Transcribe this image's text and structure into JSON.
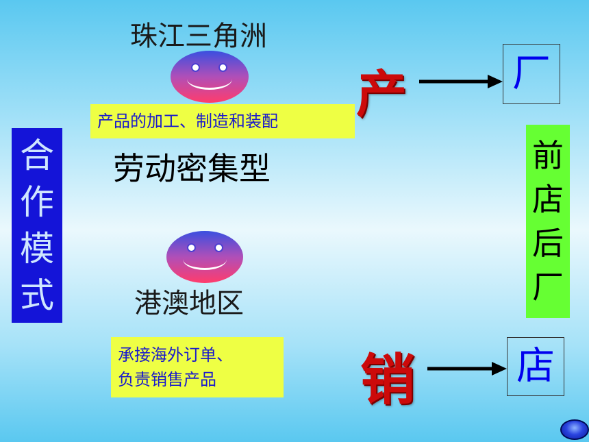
{
  "region": {
    "title": "珠江三角洲",
    "function": "产品的加工、制造和装配",
    "type": "劳动密集型"
  },
  "partner": {
    "title": "港澳地区",
    "function_lines": [
      "承接海外订单、",
      "负责销售产品"
    ]
  },
  "mode": {
    "chars": [
      "合",
      "作",
      "模",
      "式"
    ]
  },
  "model": {
    "chars": [
      "前",
      "店",
      "后",
      "厂"
    ]
  },
  "production": {
    "label": "产",
    "target": "厂"
  },
  "sales": {
    "label": "销",
    "target": "店"
  },
  "colors": {
    "yellow_box": "#eeff44",
    "blue_box": "#1414d8",
    "green_box": "#66ff33",
    "red_text": "#cc0a0a",
    "blue_text": "#0000ee"
  }
}
